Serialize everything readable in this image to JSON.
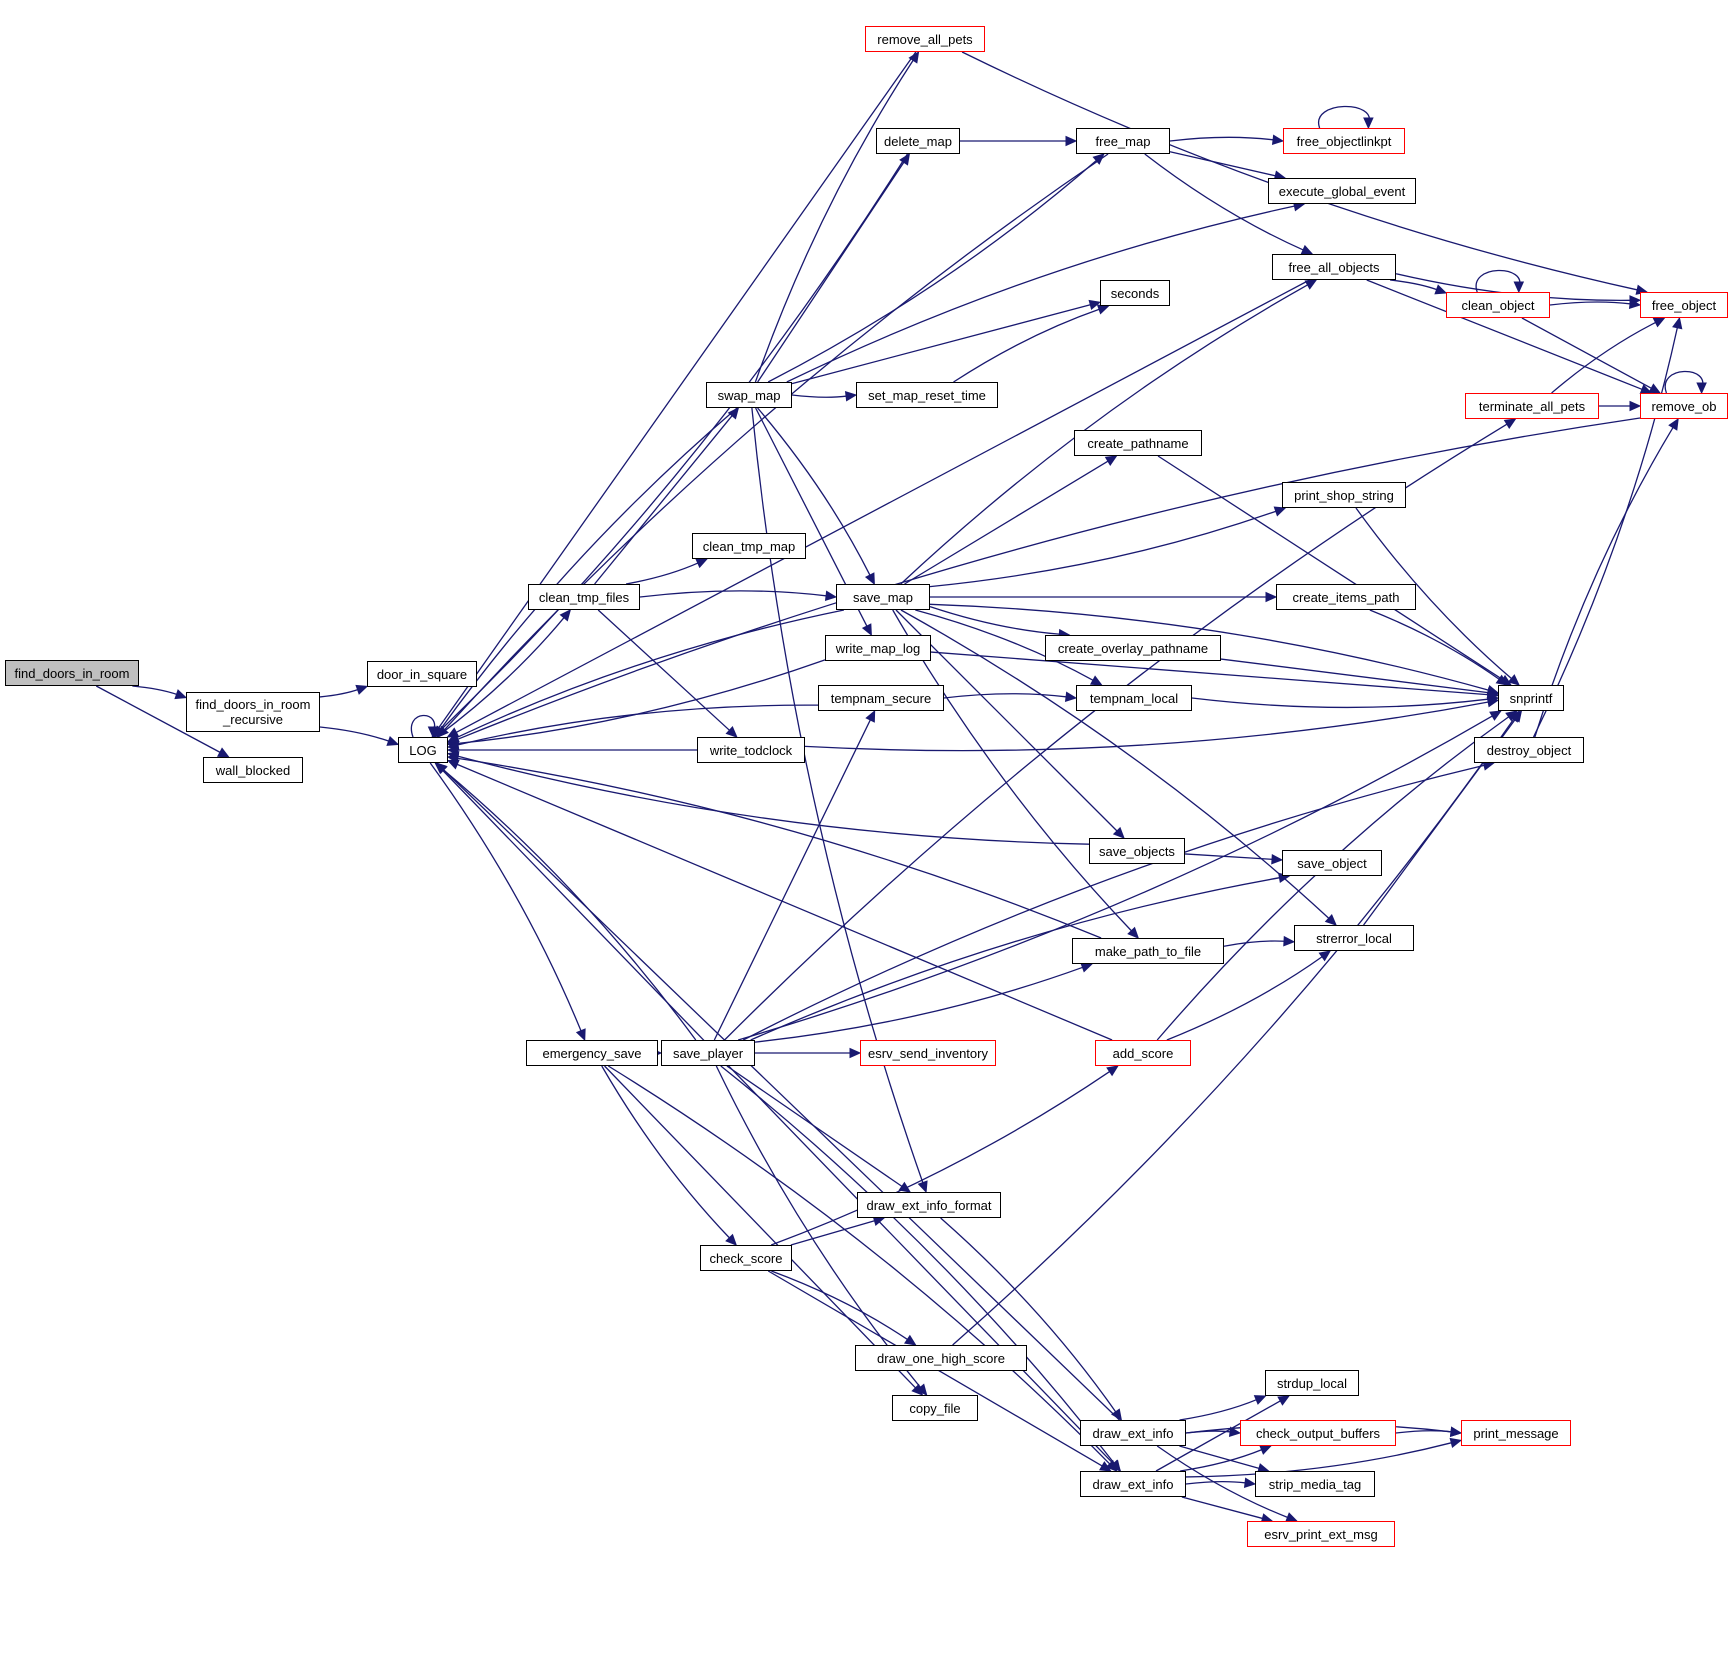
{
  "graph": {
    "type": "call-graph",
    "root": "find_doors_in_room",
    "colors": {
      "edge": "#191970",
      "default_border": "#000000",
      "truncated_border": "#ff0000",
      "root_fill": "#bfbfbf"
    },
    "nodes": [
      {
        "id": "find_doors_in_room",
        "label": "find_doors_in_room",
        "style": "focus"
      },
      {
        "id": "find_doors_in_room_recursive",
        "label": "find_doors_in_room\n_recursive",
        "style": "normal"
      },
      {
        "id": "wall_blocked",
        "label": "wall_blocked",
        "style": "normal"
      },
      {
        "id": "door_in_square",
        "label": "door_in_square",
        "style": "normal"
      },
      {
        "id": "LOG",
        "label": "LOG",
        "style": "normal"
      },
      {
        "id": "clean_tmp_files",
        "label": "clean_tmp_files",
        "style": "normal"
      },
      {
        "id": "emergency_save",
        "label": "emergency_save",
        "style": "normal"
      },
      {
        "id": "remove_all_pets",
        "label": "remove_all_pets",
        "style": "red"
      },
      {
        "id": "delete_map",
        "label": "delete_map",
        "style": "normal"
      },
      {
        "id": "swap_map",
        "label": "swap_map",
        "style": "normal"
      },
      {
        "id": "clean_tmp_map",
        "label": "clean_tmp_map",
        "style": "normal"
      },
      {
        "id": "write_todclock",
        "label": "write_todclock",
        "style": "normal"
      },
      {
        "id": "save_player",
        "label": "save_player",
        "style": "normal"
      },
      {
        "id": "check_score",
        "label": "check_score",
        "style": "normal"
      },
      {
        "id": "free_map",
        "label": "free_map",
        "style": "normal"
      },
      {
        "id": "set_map_reset_time",
        "label": "set_map_reset_time",
        "style": "normal"
      },
      {
        "id": "save_map",
        "label": "save_map",
        "style": "normal"
      },
      {
        "id": "write_map_log",
        "label": "write_map_log",
        "style": "normal"
      },
      {
        "id": "tempnam_secure",
        "label": "tempnam_secure",
        "style": "normal"
      },
      {
        "id": "esrv_send_inventory",
        "label": "esrv_send_inventory",
        "style": "red"
      },
      {
        "id": "draw_ext_info_format",
        "label": "draw_ext_info_format",
        "style": "normal"
      },
      {
        "id": "draw_one_high_score",
        "label": "draw_one_high_score",
        "style": "normal"
      },
      {
        "id": "copy_file",
        "label": "copy_file",
        "style": "normal"
      },
      {
        "id": "seconds",
        "label": "seconds",
        "style": "normal"
      },
      {
        "id": "create_pathname",
        "label": "create_pathname",
        "style": "normal"
      },
      {
        "id": "create_overlay_pathname",
        "label": "create_overlay_pathname",
        "style": "normal"
      },
      {
        "id": "tempnam_local",
        "label": "tempnam_local",
        "style": "normal"
      },
      {
        "id": "save_objects",
        "label": "save_objects",
        "style": "normal"
      },
      {
        "id": "make_path_to_file",
        "label": "make_path_to_file",
        "style": "normal"
      },
      {
        "id": "add_score",
        "label": "add_score",
        "style": "red"
      },
      {
        "id": "draw_ext_info_1",
        "label": "draw_ext_info",
        "style": "normal"
      },
      {
        "id": "draw_ext_info_2",
        "label": "draw_ext_info",
        "style": "normal"
      },
      {
        "id": "free_objectlinkpt",
        "label": "free_objectlinkpt",
        "style": "red"
      },
      {
        "id": "execute_global_event",
        "label": "execute_global_event",
        "style": "normal"
      },
      {
        "id": "free_all_objects",
        "label": "free_all_objects",
        "style": "normal"
      },
      {
        "id": "print_shop_string",
        "label": "print_shop_string",
        "style": "normal"
      },
      {
        "id": "create_items_path",
        "label": "create_items_path",
        "style": "normal"
      },
      {
        "id": "save_object",
        "label": "save_object",
        "style": "normal"
      },
      {
        "id": "strerror_local",
        "label": "strerror_local",
        "style": "normal"
      },
      {
        "id": "strdup_local",
        "label": "strdup_local",
        "style": "normal"
      },
      {
        "id": "check_output_buffers",
        "label": "check_output_buffers",
        "style": "red"
      },
      {
        "id": "strip_media_tag",
        "label": "strip_media_tag",
        "style": "normal"
      },
      {
        "id": "esrv_print_ext_msg",
        "label": "esrv_print_ext_msg",
        "style": "red"
      },
      {
        "id": "clean_object",
        "label": "clean_object",
        "style": "red"
      },
      {
        "id": "terminate_all_pets",
        "label": "terminate_all_pets",
        "style": "red"
      },
      {
        "id": "snprintf",
        "label": "snprintf",
        "style": "normal"
      },
      {
        "id": "destroy_object",
        "label": "destroy_object",
        "style": "normal"
      },
      {
        "id": "print_message",
        "label": "print_message",
        "style": "red"
      },
      {
        "id": "free_object",
        "label": "free_object",
        "style": "red"
      },
      {
        "id": "remove_ob",
        "label": "remove_ob",
        "style": "red"
      }
    ],
    "edges": [
      [
        "find_doors_in_room",
        "find_doors_in_room_recursive"
      ],
      [
        "find_doors_in_room",
        "wall_blocked"
      ],
      [
        "find_doors_in_room_recursive",
        "door_in_square"
      ],
      [
        "find_doors_in_room_recursive",
        "LOG"
      ],
      [
        "LOG",
        "LOG"
      ],
      [
        "LOG",
        "clean_tmp_files"
      ],
      [
        "LOG",
        "emergency_save"
      ],
      [
        "remove_all_pets",
        "LOG"
      ],
      [
        "remove_all_pets",
        "free_object"
      ],
      [
        "delete_map",
        "LOG"
      ],
      [
        "delete_map",
        "free_map"
      ],
      [
        "free_map",
        "LOG"
      ],
      [
        "free_map",
        "free_objectlinkpt"
      ],
      [
        "free_map",
        "execute_global_event"
      ],
      [
        "free_map",
        "free_all_objects"
      ],
      [
        "free_objectlinkpt",
        "free_objectlinkpt"
      ],
      [
        "free_all_objects",
        "LOG"
      ],
      [
        "free_all_objects",
        "free_object"
      ],
      [
        "free_all_objects",
        "clean_object"
      ],
      [
        "free_all_objects",
        "remove_ob"
      ],
      [
        "clean_object",
        "clean_object"
      ],
      [
        "clean_object",
        "free_object"
      ],
      [
        "clean_object",
        "remove_ob"
      ],
      [
        "remove_ob",
        "remove_ob"
      ],
      [
        "terminate_all_pets",
        "free_object"
      ],
      [
        "terminate_all_pets",
        "remove_ob"
      ],
      [
        "swap_map",
        "LOG"
      ],
      [
        "swap_map",
        "remove_all_pets"
      ],
      [
        "swap_map",
        "delete_map"
      ],
      [
        "swap_map",
        "free_map"
      ],
      [
        "swap_map",
        "execute_global_event"
      ],
      [
        "swap_map",
        "seconds"
      ],
      [
        "swap_map",
        "set_map_reset_time"
      ],
      [
        "swap_map",
        "save_map"
      ],
      [
        "swap_map",
        "write_map_log"
      ],
      [
        "swap_map",
        "draw_ext_info_format"
      ],
      [
        "set_map_reset_time",
        "seconds"
      ],
      [
        "clean_tmp_files",
        "swap_map"
      ],
      [
        "clean_tmp_files",
        "clean_tmp_map"
      ],
      [
        "clean_tmp_files",
        "save_map"
      ],
      [
        "clean_tmp_files",
        "write_todclock"
      ],
      [
        "save_map",
        "LOG"
      ],
      [
        "save_map",
        "free_all_objects"
      ],
      [
        "save_map",
        "create_pathname"
      ],
      [
        "save_map",
        "print_shop_string"
      ],
      [
        "save_map",
        "snprintf"
      ],
      [
        "save_map",
        "create_items_path"
      ],
      [
        "save_map",
        "create_overlay_pathname"
      ],
      [
        "save_map",
        "tempnam_local"
      ],
      [
        "save_map",
        "save_objects"
      ],
      [
        "save_map",
        "make_path_to_file"
      ],
      [
        "save_map",
        "strerror_local"
      ],
      [
        "create_pathname",
        "snprintf"
      ],
      [
        "print_shop_string",
        "snprintf"
      ],
      [
        "create_items_path",
        "snprintf"
      ],
      [
        "create_overlay_pathname",
        "snprintf"
      ],
      [
        "tempnam_local",
        "snprintf"
      ],
      [
        "write_map_log",
        "LOG"
      ],
      [
        "write_map_log",
        "snprintf"
      ],
      [
        "tempnam_secure",
        "LOG"
      ],
      [
        "tempnam_secure",
        "tempnam_local"
      ],
      [
        "write_todclock",
        "LOG"
      ],
      [
        "write_todclock",
        "snprintf"
      ],
      [
        "save_objects",
        "LOG"
      ],
      [
        "save_objects",
        "save_object"
      ],
      [
        "make_path_to_file",
        "LOG"
      ],
      [
        "make_path_to_file",
        "strerror_local"
      ],
      [
        "strerror_local",
        "snprintf"
      ],
      [
        "destroy_object",
        "free_object"
      ],
      [
        "destroy_object",
        "remove_ob"
      ],
      [
        "add_score",
        "LOG"
      ],
      [
        "add_score",
        "strerror_local"
      ],
      [
        "add_score",
        "snprintf"
      ],
      [
        "emergency_save",
        "save_player"
      ],
      [
        "emergency_save",
        "check_score"
      ],
      [
        "emergency_save",
        "draw_ext_info_2"
      ],
      [
        "emergency_save",
        "copy_file"
      ],
      [
        "save_player",
        "LOG"
      ],
      [
        "save_player",
        "terminate_all_pets"
      ],
      [
        "save_player",
        "tempnam_secure"
      ],
      [
        "save_player",
        "make_path_to_file"
      ],
      [
        "save_player",
        "save_object"
      ],
      [
        "save_player",
        "esrv_send_inventory"
      ],
      [
        "save_player",
        "snprintf"
      ],
      [
        "save_player",
        "destroy_object"
      ],
      [
        "save_player",
        "draw_ext_info_format"
      ],
      [
        "save_player",
        "copy_file"
      ],
      [
        "save_player",
        "draw_ext_info_2"
      ],
      [
        "check_score",
        "draw_ext_info_format"
      ],
      [
        "check_score",
        "add_score"
      ],
      [
        "check_score",
        "draw_one_high_score"
      ],
      [
        "check_score",
        "draw_ext_info_2"
      ],
      [
        "draw_one_high_score",
        "snprintf"
      ],
      [
        "draw_ext_info_format",
        "draw_ext_info_1"
      ],
      [
        "draw_ext_info_1",
        "LOG"
      ],
      [
        "draw_ext_info_1",
        "strdup_local"
      ],
      [
        "draw_ext_info_1",
        "check_output_buffers"
      ],
      [
        "draw_ext_info_1",
        "strip_media_tag"
      ],
      [
        "draw_ext_info_1",
        "esrv_print_ext_msg"
      ],
      [
        "draw_ext_info_1",
        "print_message"
      ],
      [
        "draw_ext_info_2",
        "strdup_local"
      ],
      [
        "draw_ext_info_2",
        "check_output_buffers"
      ],
      [
        "draw_ext_info_2",
        "strip_media_tag"
      ],
      [
        "draw_ext_info_2",
        "esrv_print_ext_msg"
      ],
      [
        "draw_ext_info_2",
        "print_message"
      ],
      [
        "check_output_buffers",
        "print_message"
      ],
      [
        "LOG",
        "draw_ext_info_2"
      ],
      [
        "remove_ob",
        "LOG"
      ]
    ]
  }
}
